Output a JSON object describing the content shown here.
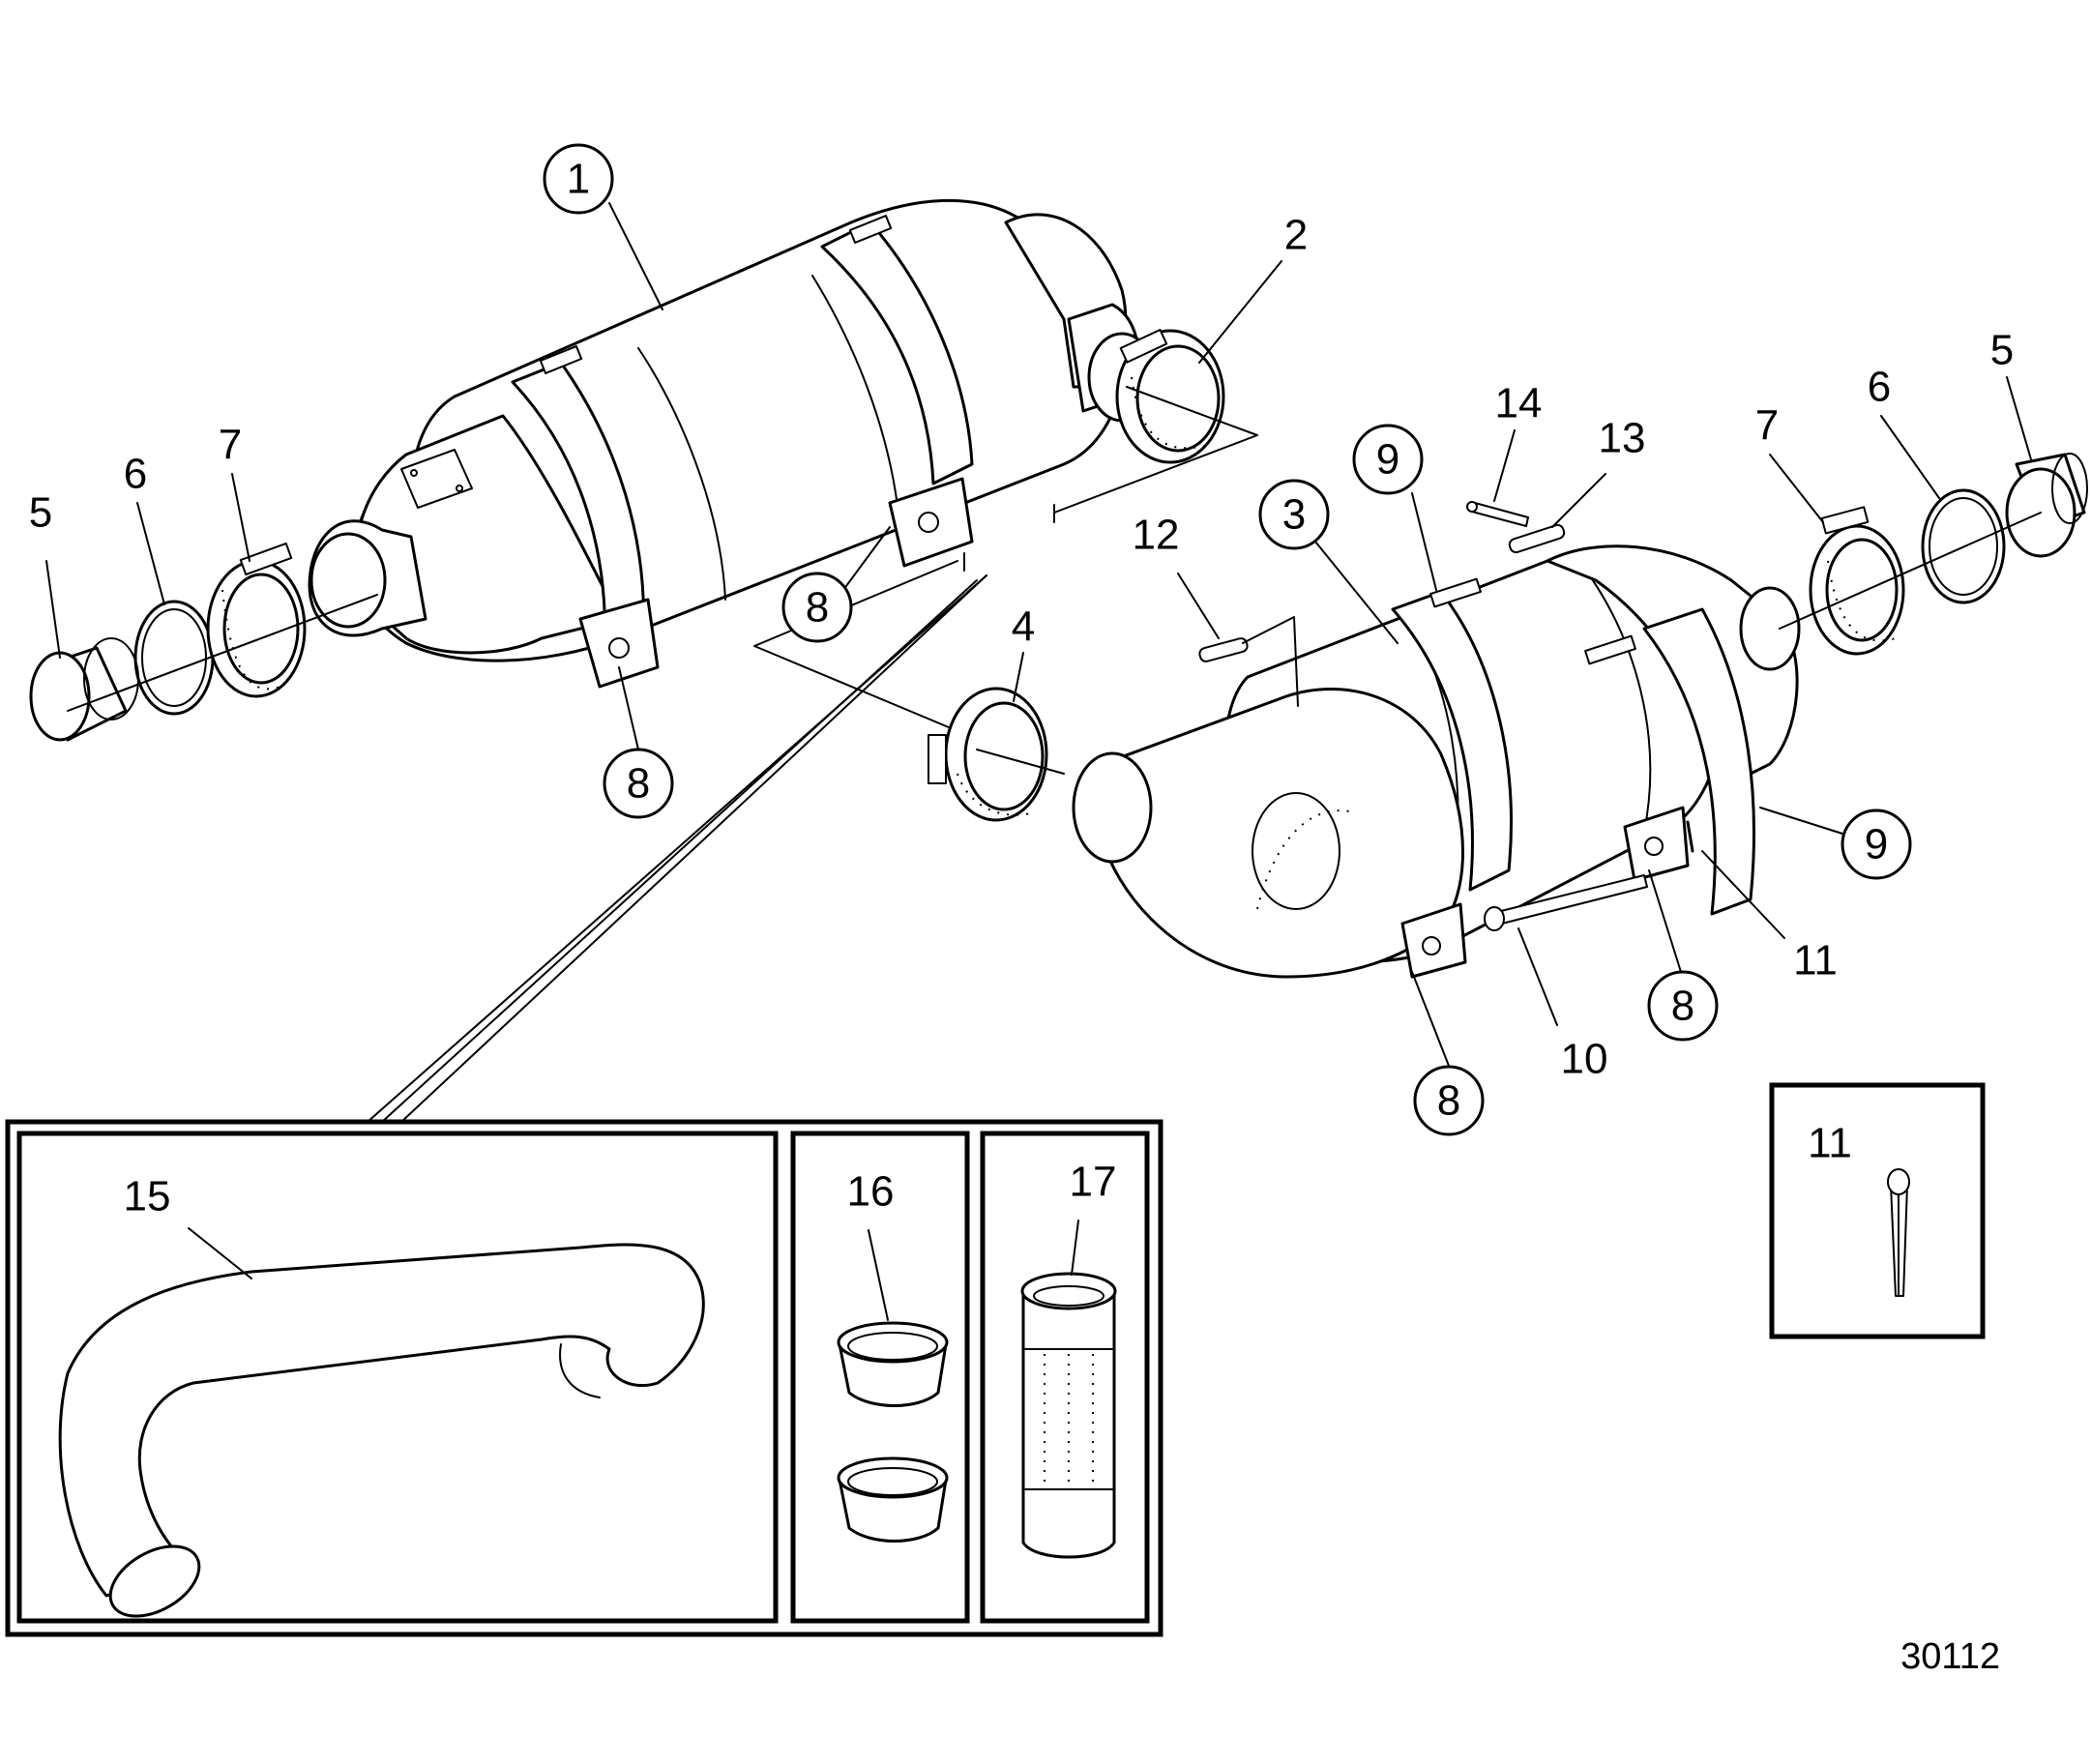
{
  "diagram": {
    "reference_number": "30112",
    "callouts": {
      "muffler_upper": "1",
      "clamp_upper": "2",
      "muffler_lower": "3",
      "clamp_lower": "4",
      "bracket": "8",
      "strap": "9"
    },
    "labels": {
      "sleeve": "5",
      "gasket": "6",
      "clamp": "7",
      "bolt": "10",
      "cotter_pin": "11",
      "pin_12": "12",
      "pin_13": "13",
      "pin_14": "14",
      "pipe_15": "15",
      "sleeve_16": "16",
      "flex_pipe_17": "17"
    }
  }
}
